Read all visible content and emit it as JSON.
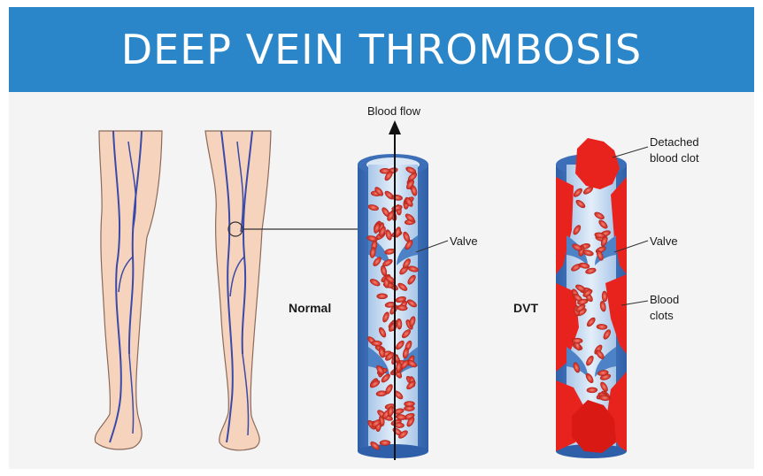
{
  "title": "DEEP VEIN THROMBOSIS",
  "labels": {
    "blood_flow": "Blood flow",
    "valve_normal": "Valve",
    "normal": "Normal",
    "detached_clot_line1": "Detached",
    "detached_clot_line2": "blood clot",
    "valve_dvt": "Valve",
    "blood_clots_line1": "Blood",
    "blood_clots_line2": "clots",
    "dvt": "DVT"
  },
  "colors": {
    "header": "#2a86c8",
    "skin": "#f6d3bd",
    "vein": "#3a4aa8",
    "vessel_wall": "#3d6fb8",
    "vessel_lumen": "#c9dcef",
    "red_cell": "#d9392c",
    "clot": "#e8231e"
  }
}
